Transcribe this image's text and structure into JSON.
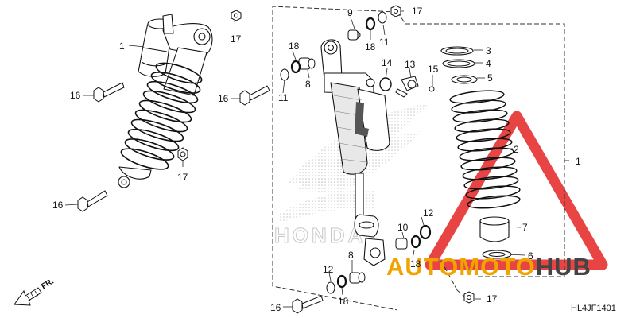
{
  "diagram_code": "HL4JF1401",
  "direction_label": "FR.",
  "watermark": {
    "part1": "AUTOMOTO",
    "part2": "HUB",
    "color1": "#f0a400",
    "color2": "#444444",
    "triangle_color": "#e53030"
  },
  "callouts": {
    "c1a": "1",
    "c1b": "1",
    "c2": "2",
    "c3": "3",
    "c4": "4",
    "c5": "5",
    "c6": "6",
    "c7": "7",
    "c8a": "8",
    "c8b": "8",
    "c9": "9",
    "c10": "10",
    "c11a": "11",
    "c11b": "11",
    "c12a": "12",
    "c12b": "12",
    "c13": "13",
    "c14": "14",
    "c15": "15",
    "c16a": "16",
    "c16b": "16",
    "c16c": "16",
    "c16d": "16",
    "c17a": "17",
    "c17b": "17",
    "c17c": "17",
    "c17d": "17",
    "c18a": "18",
    "c18b": "18",
    "c18c": "18",
    "c18d": "18"
  }
}
